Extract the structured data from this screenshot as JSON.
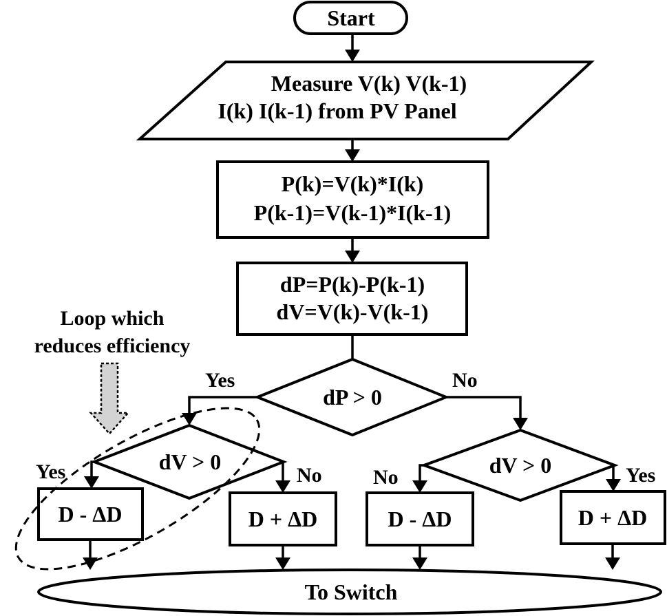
{
  "nodes": {
    "start": "Start",
    "measure": [
      "Measure V(k) V(k-1)",
      "I(k) I(k-1) from PV Panel"
    ],
    "power": [
      "P(k)=V(k)*I(k)",
      "P(k-1)=V(k-1)*I(k-1)"
    ],
    "delta": [
      "dP=P(k)-P(k-1)",
      "dV=V(k)-V(k-1)"
    ],
    "decision_dp": "dP > 0",
    "decision_dv_left": "dV > 0",
    "decision_dv_right": "dV > 0",
    "box_ll": "D - ΔD",
    "box_lr": "D + ΔD",
    "box_rl": "D - ΔD",
    "box_rr": "D + ΔD",
    "end": "To Switch"
  },
  "edge_labels": {
    "dp_yes": "Yes",
    "dp_no": "No",
    "dvl_yes": "Yes",
    "dvl_no": "No",
    "dvr_no": "No",
    "dvr_yes": "Yes"
  },
  "annotation": [
    "Loop which",
    "reduces efficiency"
  ],
  "colors": {
    "stroke": "#000000",
    "annotation_arrow": "#d3d3d3"
  }
}
